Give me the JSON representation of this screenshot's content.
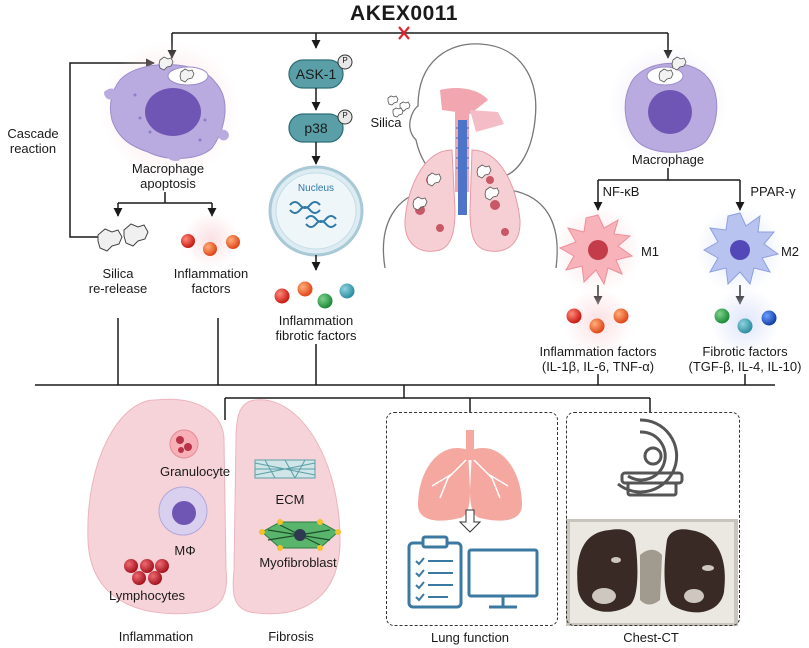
{
  "title": "AKEX0011",
  "left": {
    "cascade_line1": "Cascade",
    "cascade_line2": "reaction",
    "apoptosis_line1": "Macrophage",
    "apoptosis_line2": "apoptosis",
    "silica_line1": "Silica",
    "silica_line2": "re-release",
    "inflam_line1": "Inflammation",
    "inflam_line2": "factors"
  },
  "pathway": {
    "ask1": "ASK-1",
    "p38": "p38",
    "phospho": "P",
    "nucleus": "Nucleus",
    "factors_line1": "Inflammation",
    "factors_line2": "fibrotic factors"
  },
  "center": {
    "silica": "Silica"
  },
  "right": {
    "macrophage": "Macrophage",
    "nfkb": "NF-κB",
    "ppar": "PPAR-γ",
    "m1": "M1",
    "m2": "M2",
    "m1_factors_line1": "Inflammation factors",
    "m1_factors_line2": "(IL-1β, IL-6, TNF-α)",
    "m2_factors_line1": "Fibrotic factors",
    "m2_factors_line2": "(TGF-β, IL-4, IL-10)"
  },
  "bottom": {
    "granulocyte": "Granulocyte",
    "macrophage_symbol": "MΦ",
    "lymphocytes": "Lymphocytes",
    "inflammation": "Inflammation",
    "ecm": "ECM",
    "myofibroblast": "Myofibroblast",
    "fibrosis": "Fibrosis",
    "lung_function": "Lung function",
    "chest_ct": "Chest-CT"
  },
  "colors": {
    "line": "#1a1a1a",
    "inhibit": "#e0242b",
    "macrophage_body": "#b3a6dc",
    "macrophage_nucleus": "#6f56b4",
    "lung_pink": "#f6cfd4",
    "m1": "#f7b3b9",
    "m2": "#b8c3ef",
    "pathway_teal": "#5a9fa7",
    "icon_blue": "#3c79a2"
  }
}
